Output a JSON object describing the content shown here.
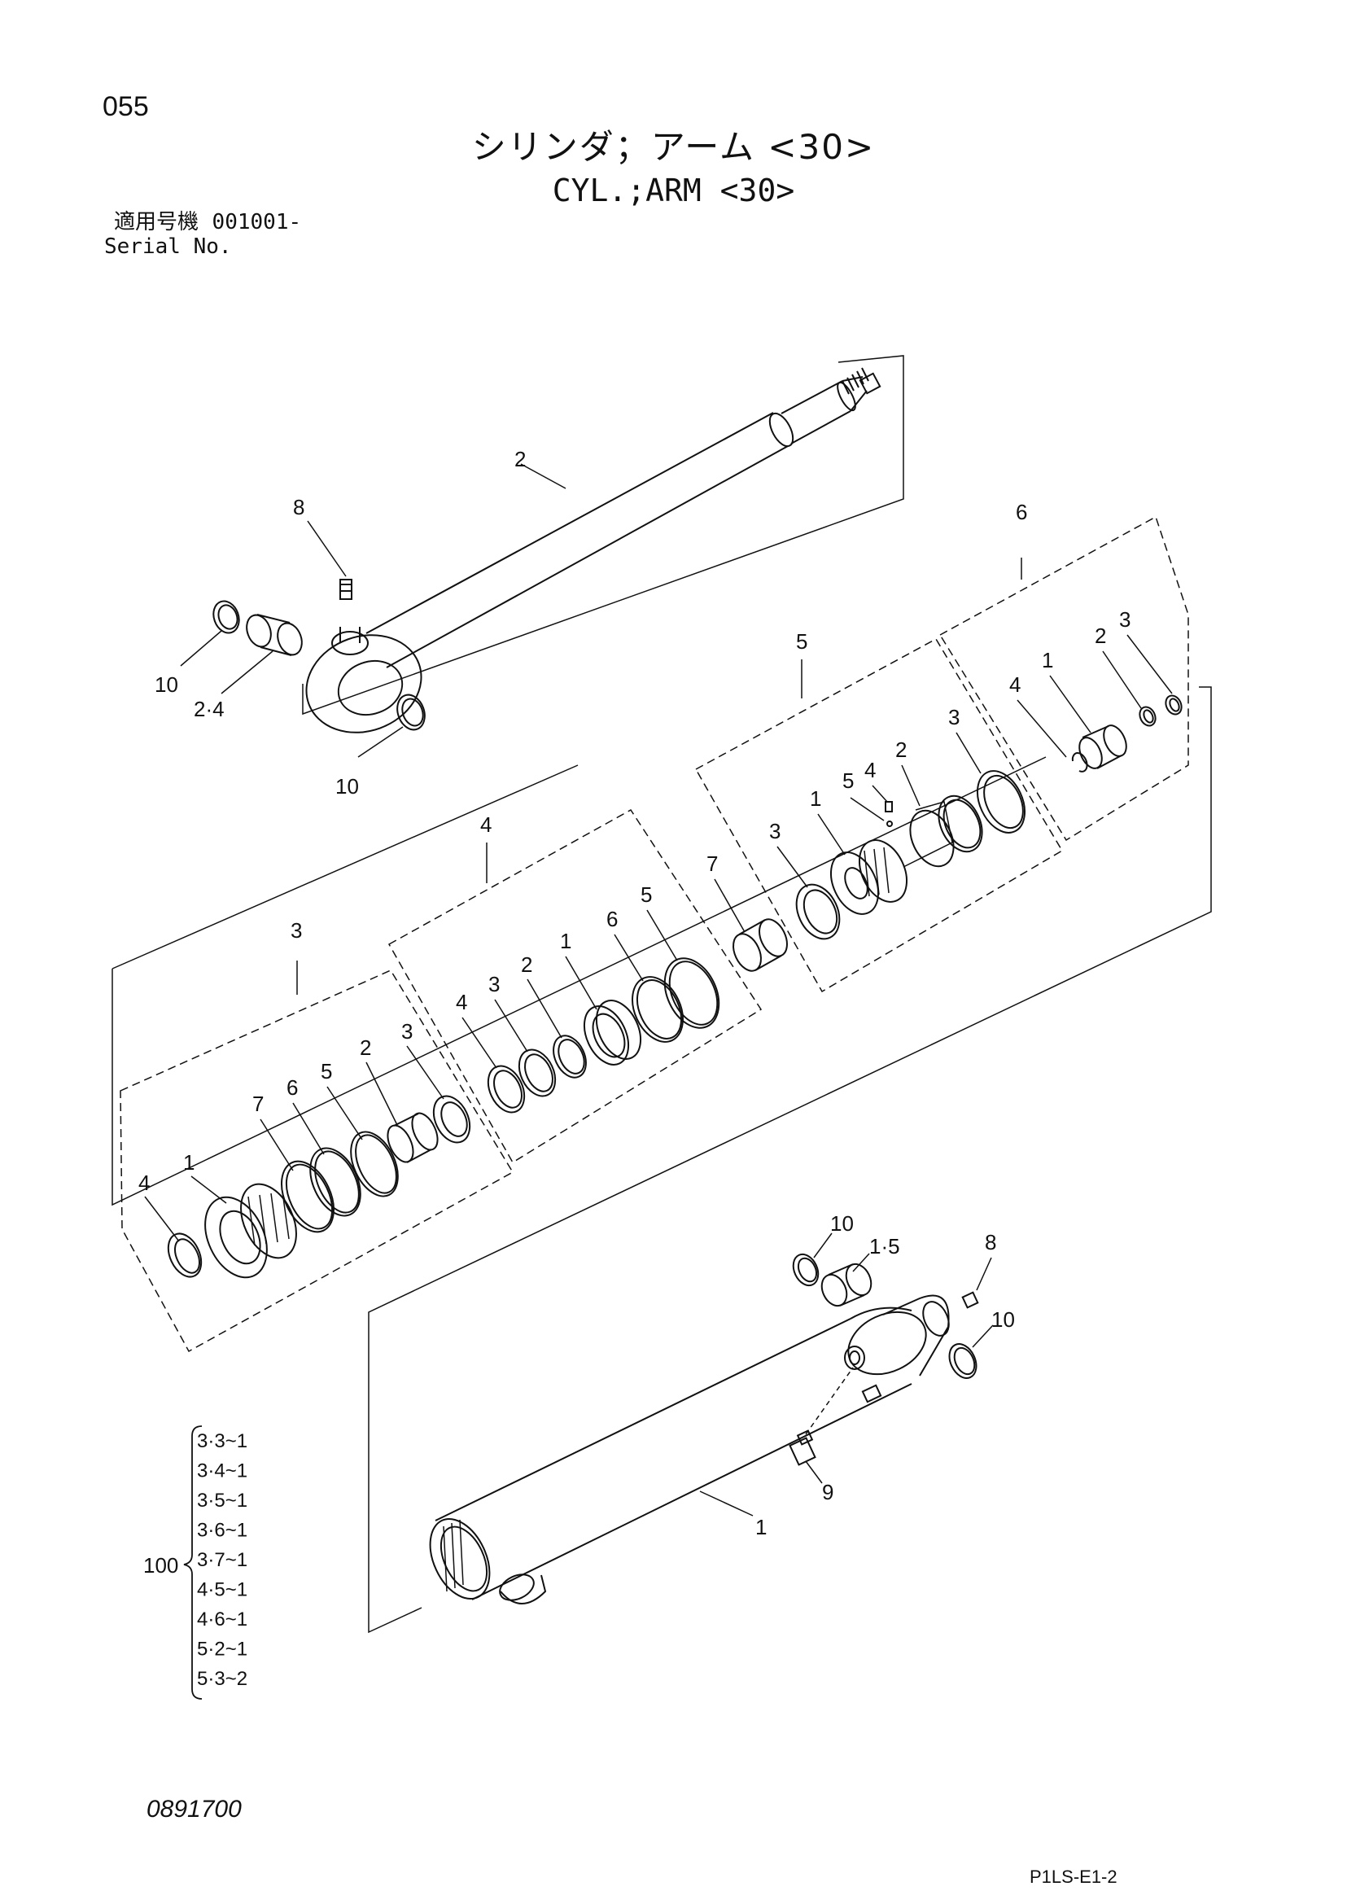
{
  "page": {
    "number": "055",
    "title_jp": "シリンダ；アーム <30>",
    "title_en": "CYL.;ARM <30>",
    "serial_label_jp": "適用号機",
    "serial_value": "001001-",
    "serial_label_en": "Serial No.",
    "doc_code": "0891700",
    "sheet_code": "P1LS-E1-2"
  },
  "callouts": {
    "rod_assembly": "2",
    "rod_grease_fitting": "8",
    "rod_ring_left": "10",
    "rod_bushing": "2·4",
    "rod_ring_right": "10",
    "group_gland": "3",
    "gland_seal_kit": "4",
    "gland_body": "1",
    "gland_ring_7": "7",
    "gland_ring_6": "6",
    "gland_ring_5": "5",
    "gland_bushing_2": "2",
    "gland_seal_3": "3",
    "group_piston_seals": "4",
    "ps_ring_4": "4",
    "ps_ring_3": "3",
    "ps_ring_2": "2",
    "ps_seal_1": "1",
    "ps_ring_6": "6",
    "ps_ring_5": "5",
    "piston_collar": "7",
    "group_piston": "5",
    "piston_ring_3": "3",
    "piston_body": "1",
    "piston_ball": "5",
    "piston_screw": "4",
    "piston_ring_2": "2",
    "piston_ring_3b": "3",
    "group_cushion": "6",
    "cushion_ring_4": "4",
    "cushion_bearing_1": "1",
    "cushion_ring_2": "2",
    "cushion_nut_3": "3",
    "tube_ring_top": "10",
    "tube_bushing": "1·5",
    "tube_grease_fitting": "8",
    "tube_ring_right": "10",
    "tube_pipe_fitting": "9",
    "cylinder_tube": "1"
  },
  "kit": {
    "number": "100",
    "items": [
      "3·3~1",
      "3·4~1",
      "3·5~1",
      "3·6~1",
      "3·7~1",
      "4·5~1",
      "4·6~1",
      "5·2~1",
      "5·3~2"
    ]
  }
}
